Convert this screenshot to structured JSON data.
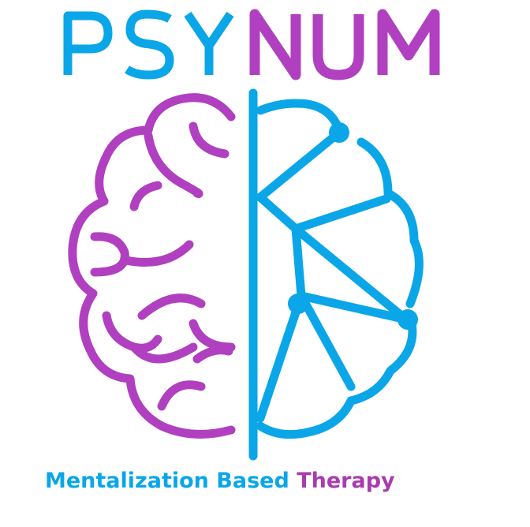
{
  "logo": {
    "wordmark_left": "PSY",
    "wordmark_right": "NUM"
  },
  "tagline": {
    "part_a": "Mentalization Based",
    "part_b": "Therapy"
  },
  "colors": {
    "blue": "#0aa6e8",
    "purple": "#b040c0"
  },
  "icon": {
    "name": "brain-network-icon"
  }
}
